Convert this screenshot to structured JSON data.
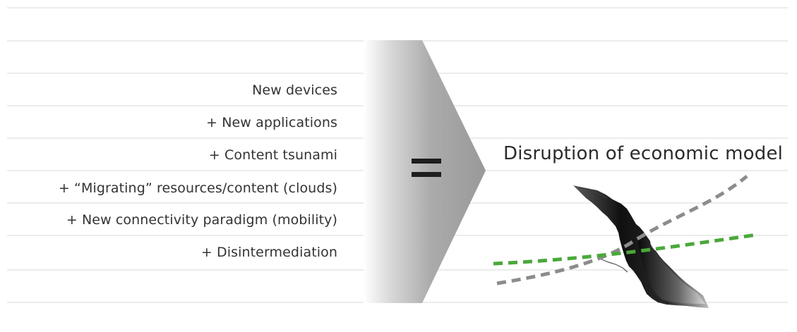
{
  "factors": [
    "New devices",
    "+ New applications",
    "+ Content tsunami",
    "+ “Migrating” resources/content (clouds)",
    "+ New connectivity paradigm (mobility)",
    "+ Disintermediation"
  ],
  "equals_symbol": "=",
  "result": "Disruption of economic model",
  "illustration": {
    "subject": "ground-crack",
    "curve_colors": {
      "rising_curve": "#8c8c8c",
      "flat_curve": "#4aa83a"
    },
    "arrow_gradient": [
      "#ffffff",
      "#9a9a9a"
    ]
  }
}
